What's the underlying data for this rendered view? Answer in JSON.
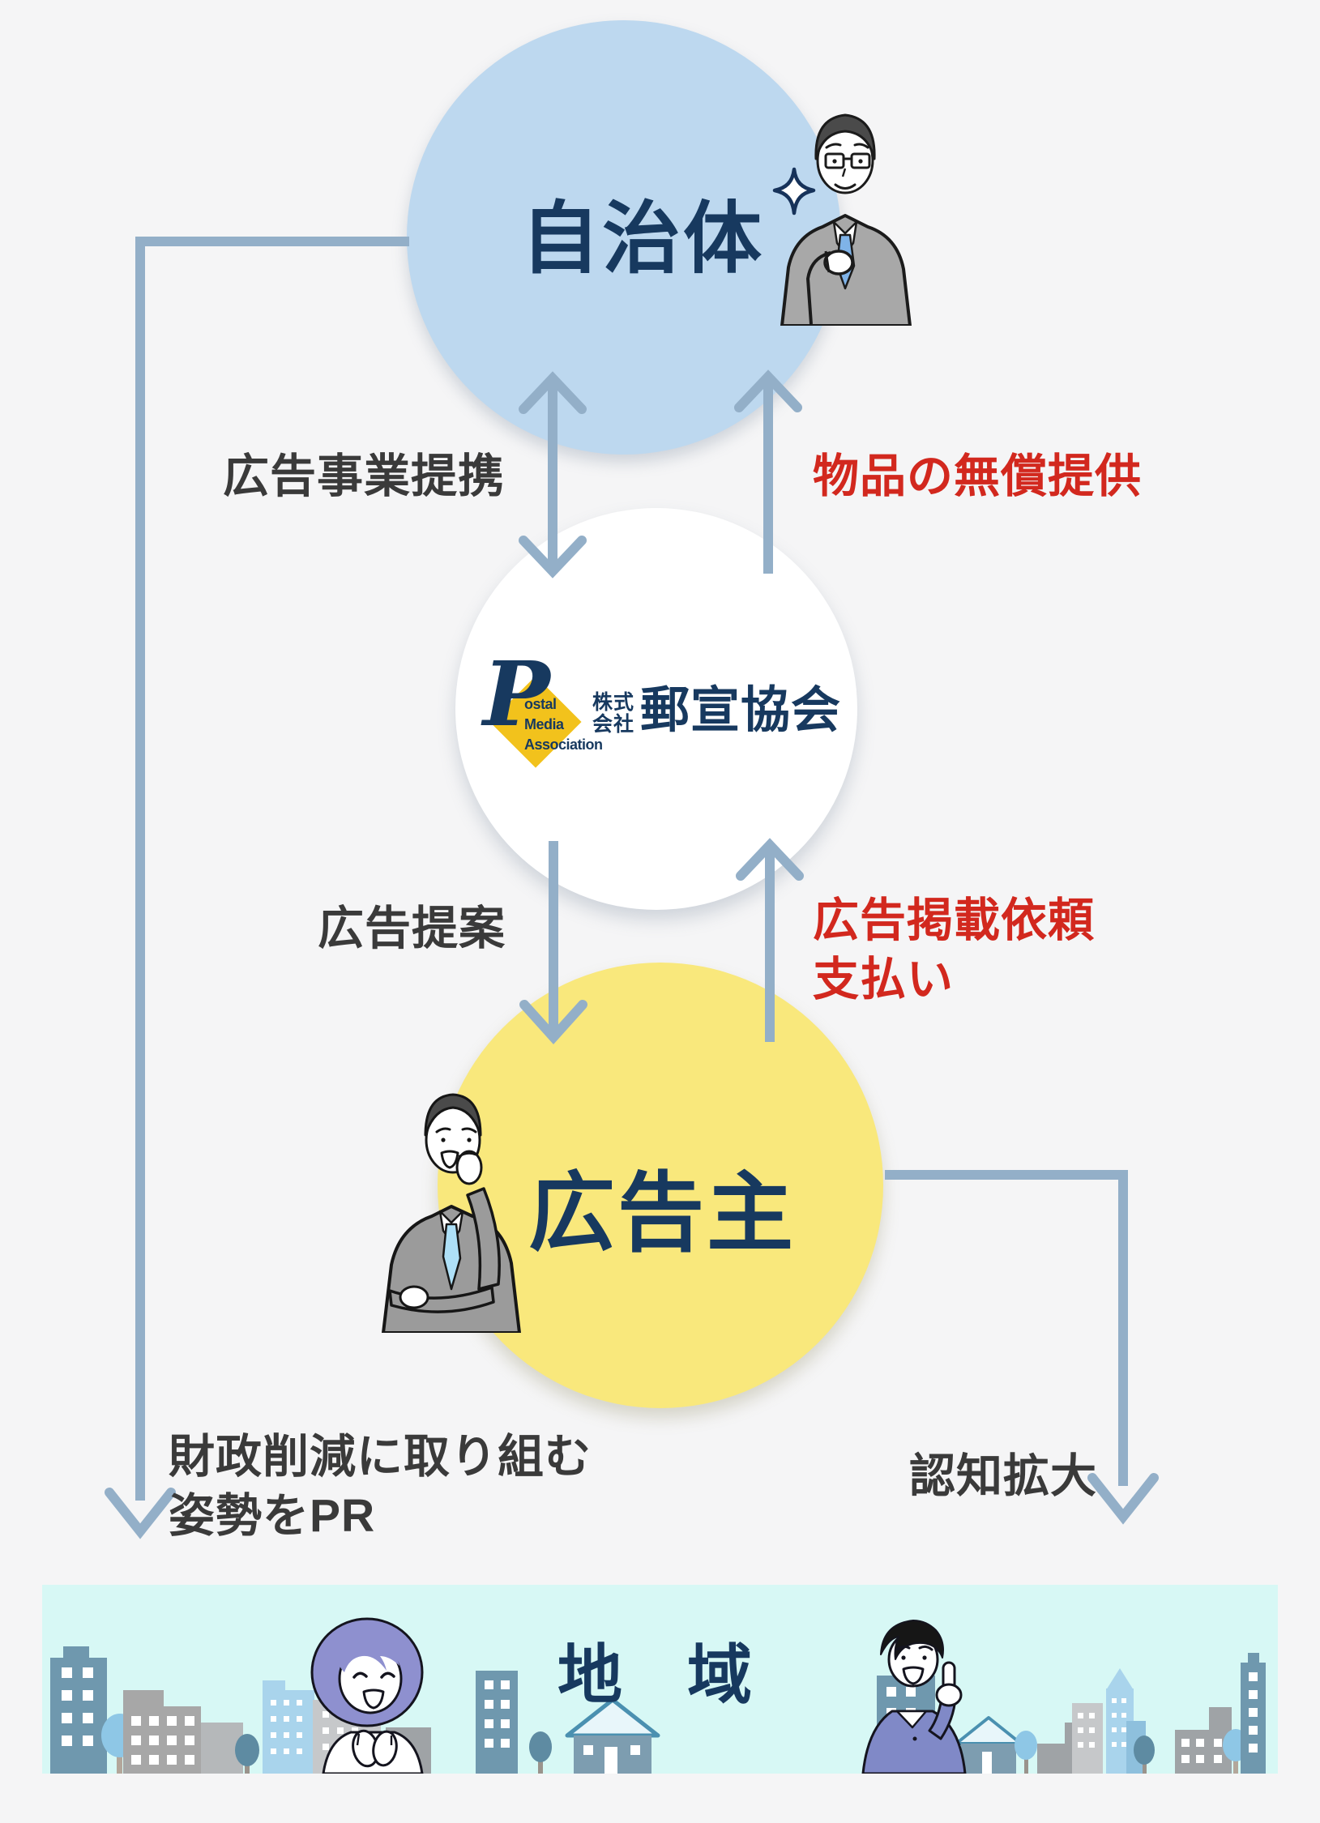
{
  "palette": {
    "background": "#f5f5f6",
    "navy": "#17395f",
    "red": "#d2281e",
    "text_dark": "#3a3a3a",
    "arrow_blue": "#93afc8",
    "municipality_fill": "#bdd8ef",
    "advertiser_fill": "#f9e87c",
    "region_fill": "#d7f8f5",
    "logo_yellow": "#f2c21c"
  },
  "nodes": {
    "municipality": {
      "label": "自治体"
    },
    "association": {
      "p_initial": "P",
      "english_line1": "ostal",
      "english_line2": "Media",
      "english_line3": "Association",
      "corp_top": "株式",
      "corp_bottom": "会社",
      "name": "郵宣協会"
    },
    "advertiser": {
      "label": "広告主"
    },
    "region": {
      "label": "地　域"
    }
  },
  "edges": {
    "partnership": {
      "label": "広告事業提携"
    },
    "goods": {
      "label": "物品の無償提供"
    },
    "proposal": {
      "label": "広告提案"
    },
    "request": {
      "line1": "広告掲載依頼",
      "line2": "支払い"
    },
    "pr": {
      "line1": "財政削減に取り組む",
      "line2": "姿勢をPR"
    },
    "awareness": {
      "label": "認知拡大"
    }
  }
}
